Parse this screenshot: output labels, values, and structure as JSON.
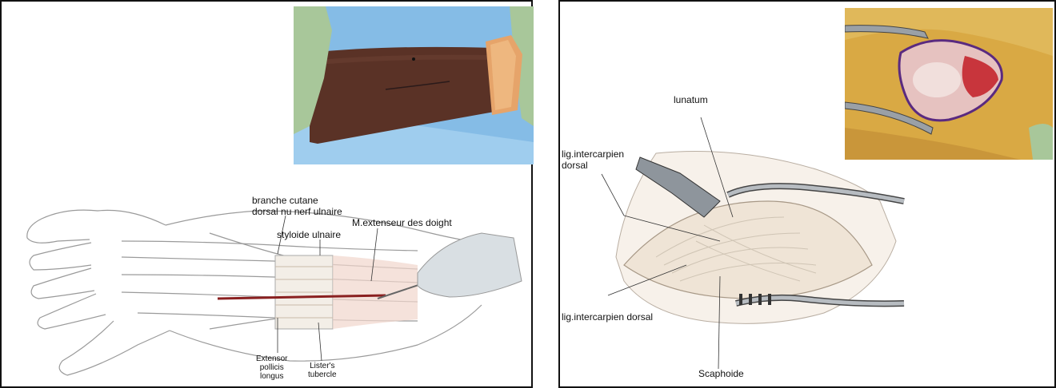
{
  "left_panel": {
    "labels": {
      "branche_line1": "branche cutane",
      "branche_line2": "dorsal nu nerf ulnaire",
      "styloide": "styloide ulnaire",
      "extenseur": "M.extenseur des doight",
      "epl_line1": "Extensor",
      "epl_line2": "pollicis",
      "epl_line3": "longus",
      "lister_line1": "Lister's",
      "lister_line2": "tubercle"
    }
  },
  "right_panel": {
    "labels": {
      "lunatum": "lunatum",
      "lig_top_line1": "lig.intercarpien",
      "lig_top_line2": "dorsal",
      "lig_bottom": "lig.intercarpien dorsal",
      "scaphoide": "Scaphoide"
    }
  },
  "colors": {
    "drape_blue": "#7fb7e3",
    "skin_dark": "#5a3226",
    "glove_green": "#a8c79a",
    "tissue_red": "#c8353c",
    "incision_red": "#8a2020",
    "drawing_line": "#9a9a9a"
  }
}
